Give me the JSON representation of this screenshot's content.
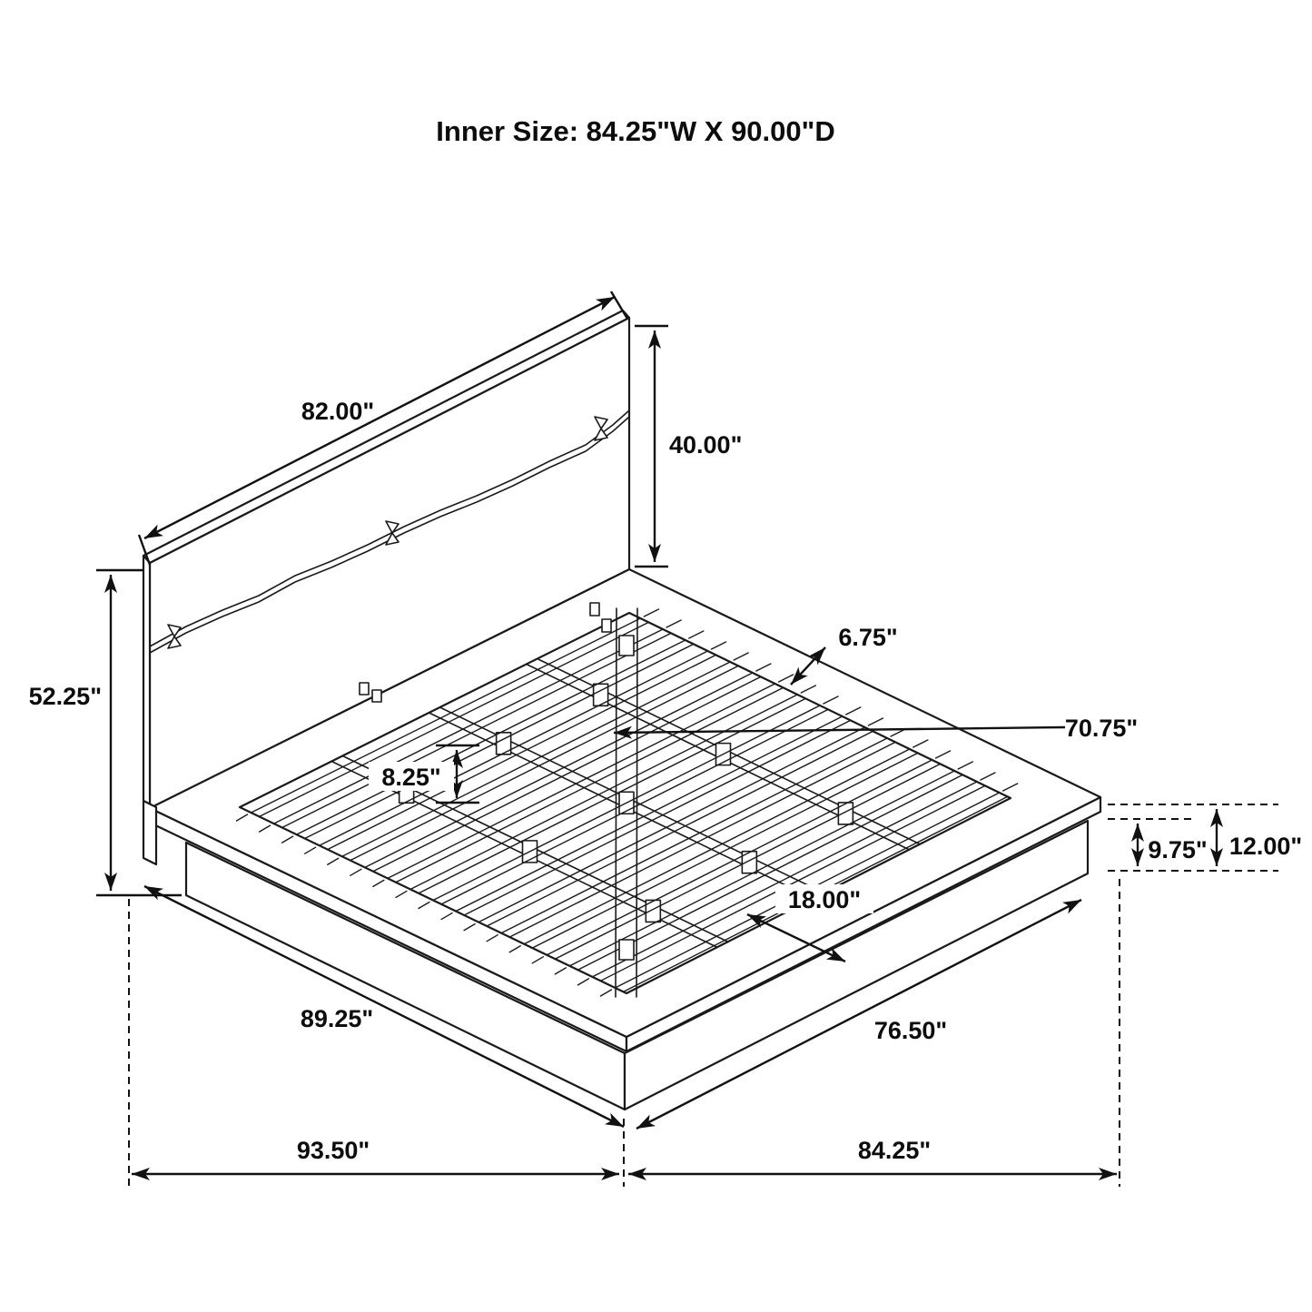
{
  "title": "Inner Size: 84.25\"W X 90.00\"D",
  "dimensions": {
    "headboard_width": "82.00\"",
    "headboard_height": "40.00\"",
    "headboard_floor_height": "52.25\"",
    "slat_inset": "6.75\"",
    "slat_length": "70.75\"",
    "deck_height": "8.25\"",
    "base_side_height": "9.75\"",
    "total_side_height": "12.00\"",
    "foot_clearance": "18.00\"",
    "side_rail_length": "89.25\"",
    "foot_rail_width": "76.50\"",
    "overall_depth": "93.50\"",
    "overall_width": "84.25\""
  },
  "colors": {
    "line": "#1a1a1a",
    "background": "#ffffff"
  }
}
